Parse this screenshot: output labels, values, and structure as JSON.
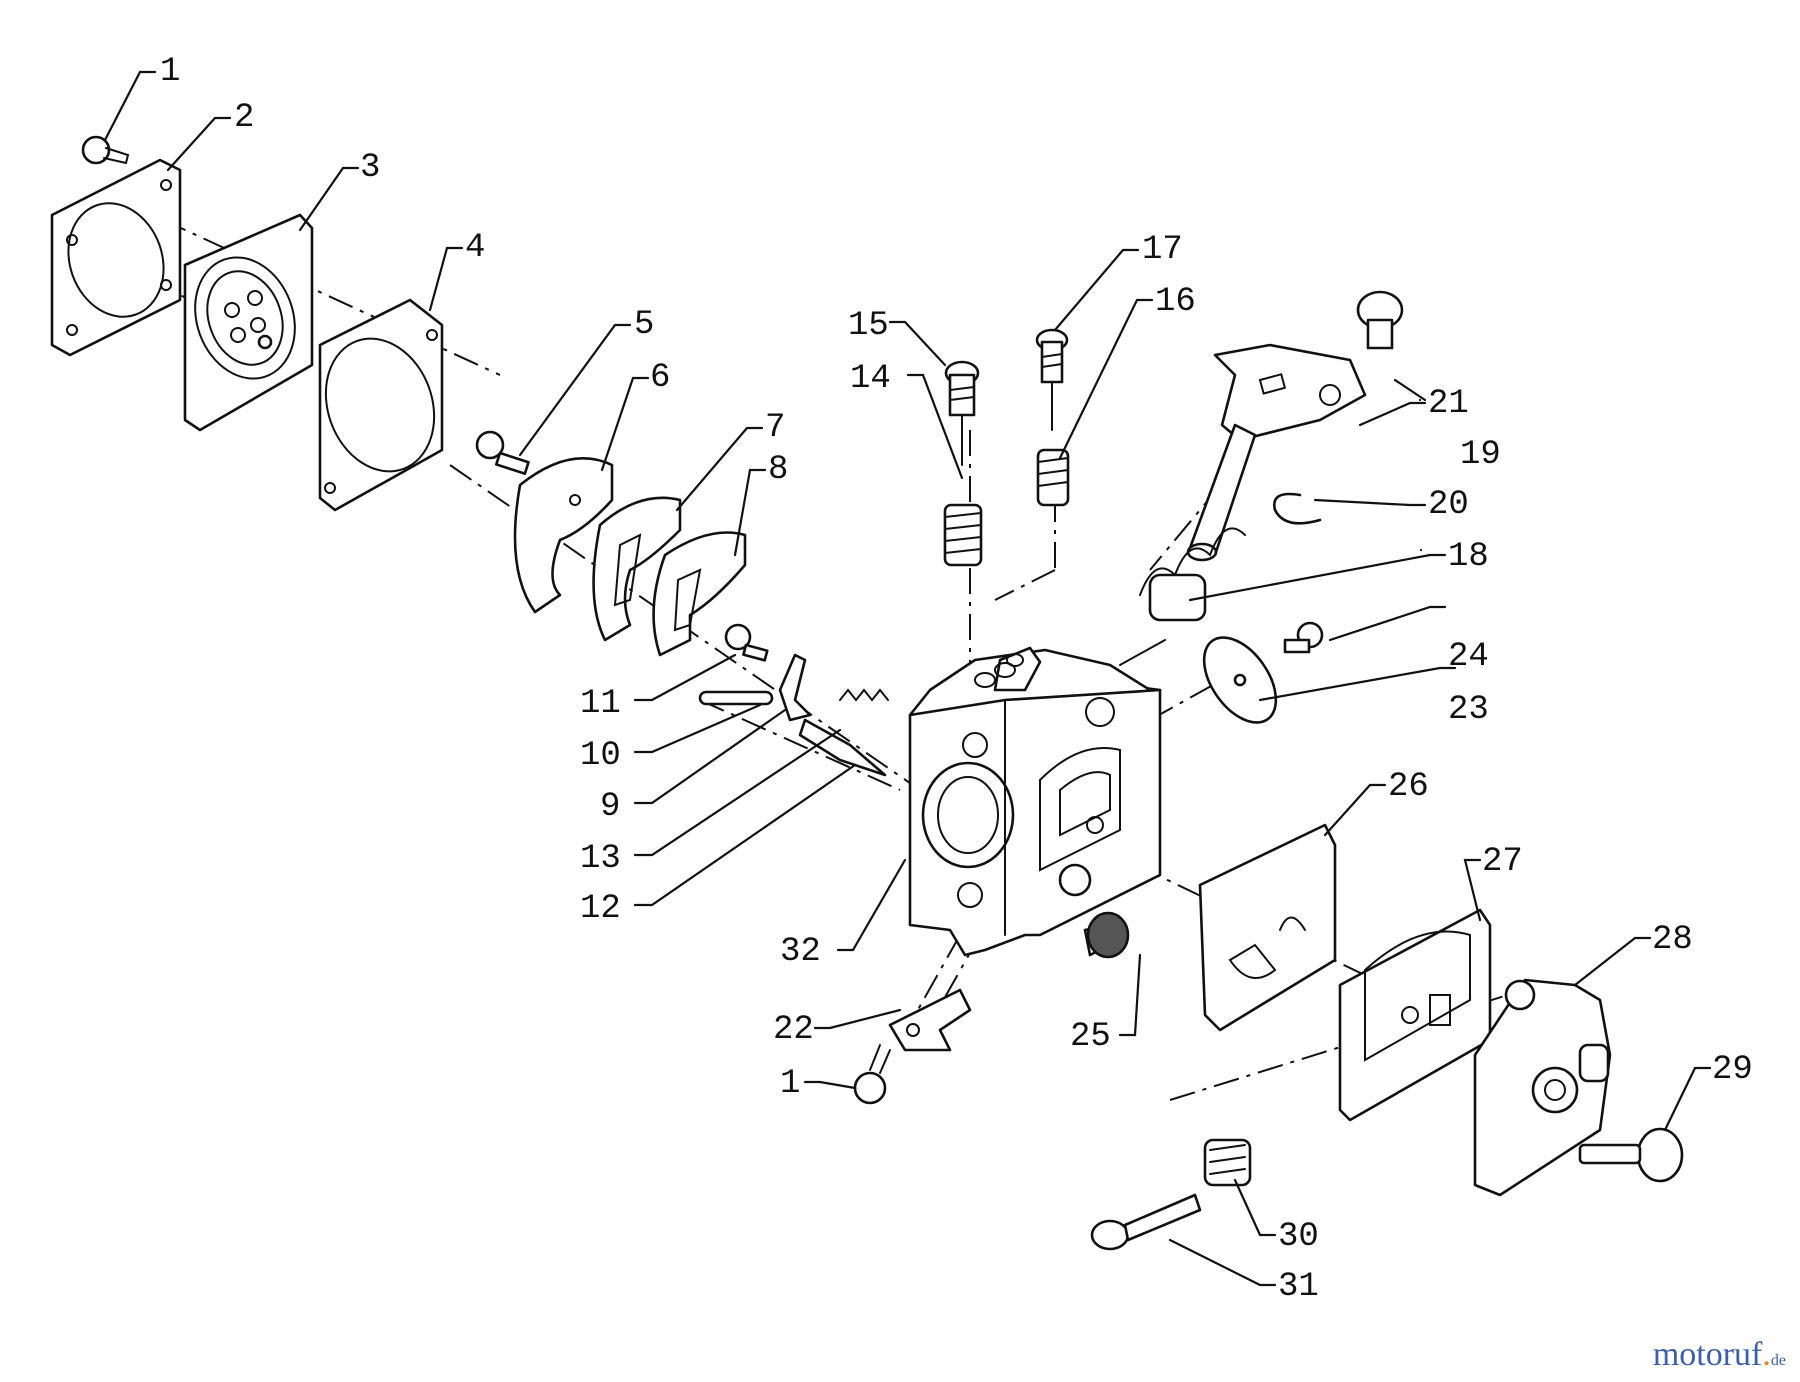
{
  "watermark": {
    "brand": "motoruf",
    "dot": ".",
    "tld": "de"
  },
  "callouts": {
    "p1a": "1",
    "p2": "2",
    "p3": "3",
    "p4": "4",
    "p5": "5",
    "p6": "6",
    "p7": "7",
    "p8": "8",
    "p9": "9",
    "p10": "10",
    "p11": "11",
    "p12": "12",
    "p13": "13",
    "p14": "14",
    "p15": "15",
    "p16": "16",
    "p17": "17",
    "p18": "18",
    "p19": "19",
    "p20": "20",
    "p21": "21",
    "p22": "22",
    "p23": "23",
    "p24": "24",
    "p25": "25",
    "p26": "26",
    "p27": "27",
    "p28": "28",
    "p29": "29",
    "p30": "30",
    "p31": "31",
    "p32": "32",
    "p1b": "1"
  }
}
